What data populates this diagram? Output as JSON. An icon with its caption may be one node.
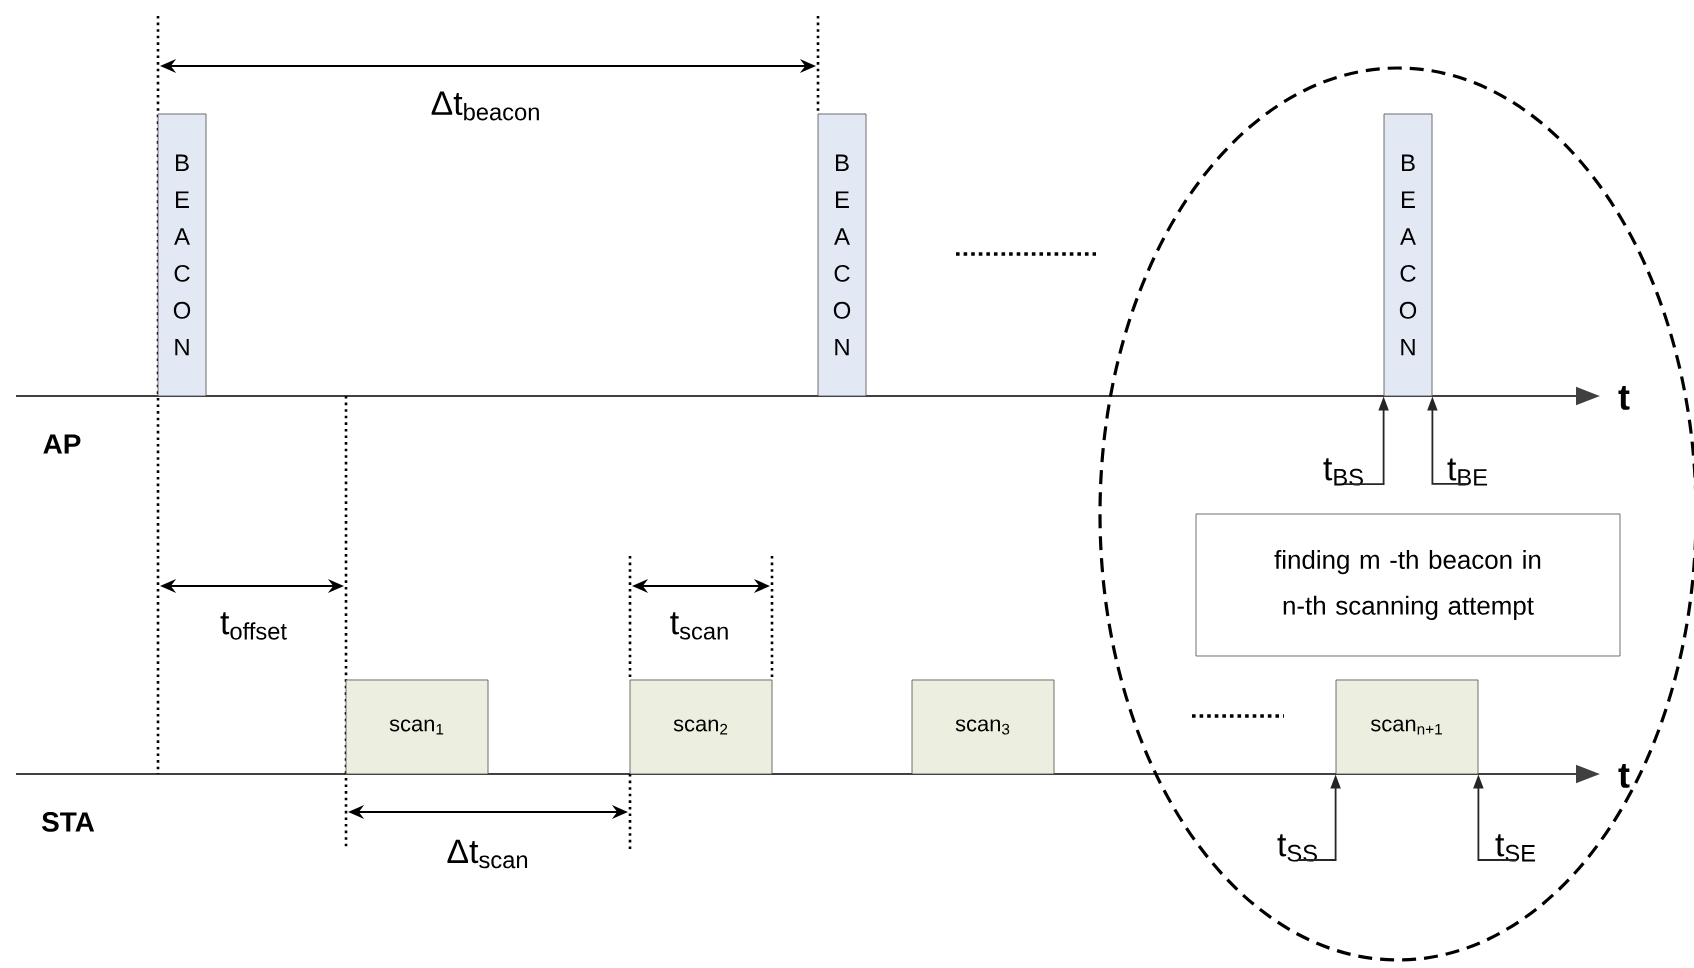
{
  "diagram": {
    "nodes": [
      {
        "text": [
          "BEACON"
        ]
      },
      {
        "text": [
          "BEACON"
        ]
      },
      {
        "text": [
          "BEACON"
        ]
      },
      {
        "text": [
          "t$_{BS}$"
        ]
      },
      {
        "text": [
          "t$_{BE}$"
        ]
      },
      {
        "text": [
          "finding m -th beacon in n-th scanning attempt"
        ]
      },
      {
        "text": [
          "scan$_{1}$"
        ]
      },
      {
        "text": [
          "scan$_{2}$"
        ]
      },
      {
        "text": [
          "scan$_{3}$"
        ]
      },
      {
        "text": [
          "scan$_{n+1}$"
        ]
      },
      {
        "text": [
          "t$_{SS}$"
        ]
      },
      {
        "text": [
          "t$_{SE}$"
        ]
      }
    ],
    "edges": [
      {
        "from": 3,
        "to": 2,
        "arrow": "to"
      },
      {
        "from": 4,
        "to": 2,
        "arrow": "to"
      },
      {
        "from": 10,
        "to": 9,
        "arrow": "to"
      },
      {
        "from": 11,
        "to": 9,
        "arrow": "to"
      }
    ],
    "labels": [
      "Δt$_{beacon}$",
      "t",
      "AP",
      "t$_{offset}$",
      "t$_{scan}$",
      "t",
      "STA",
      "Δt$_{scan}$"
    ]
  }
}
